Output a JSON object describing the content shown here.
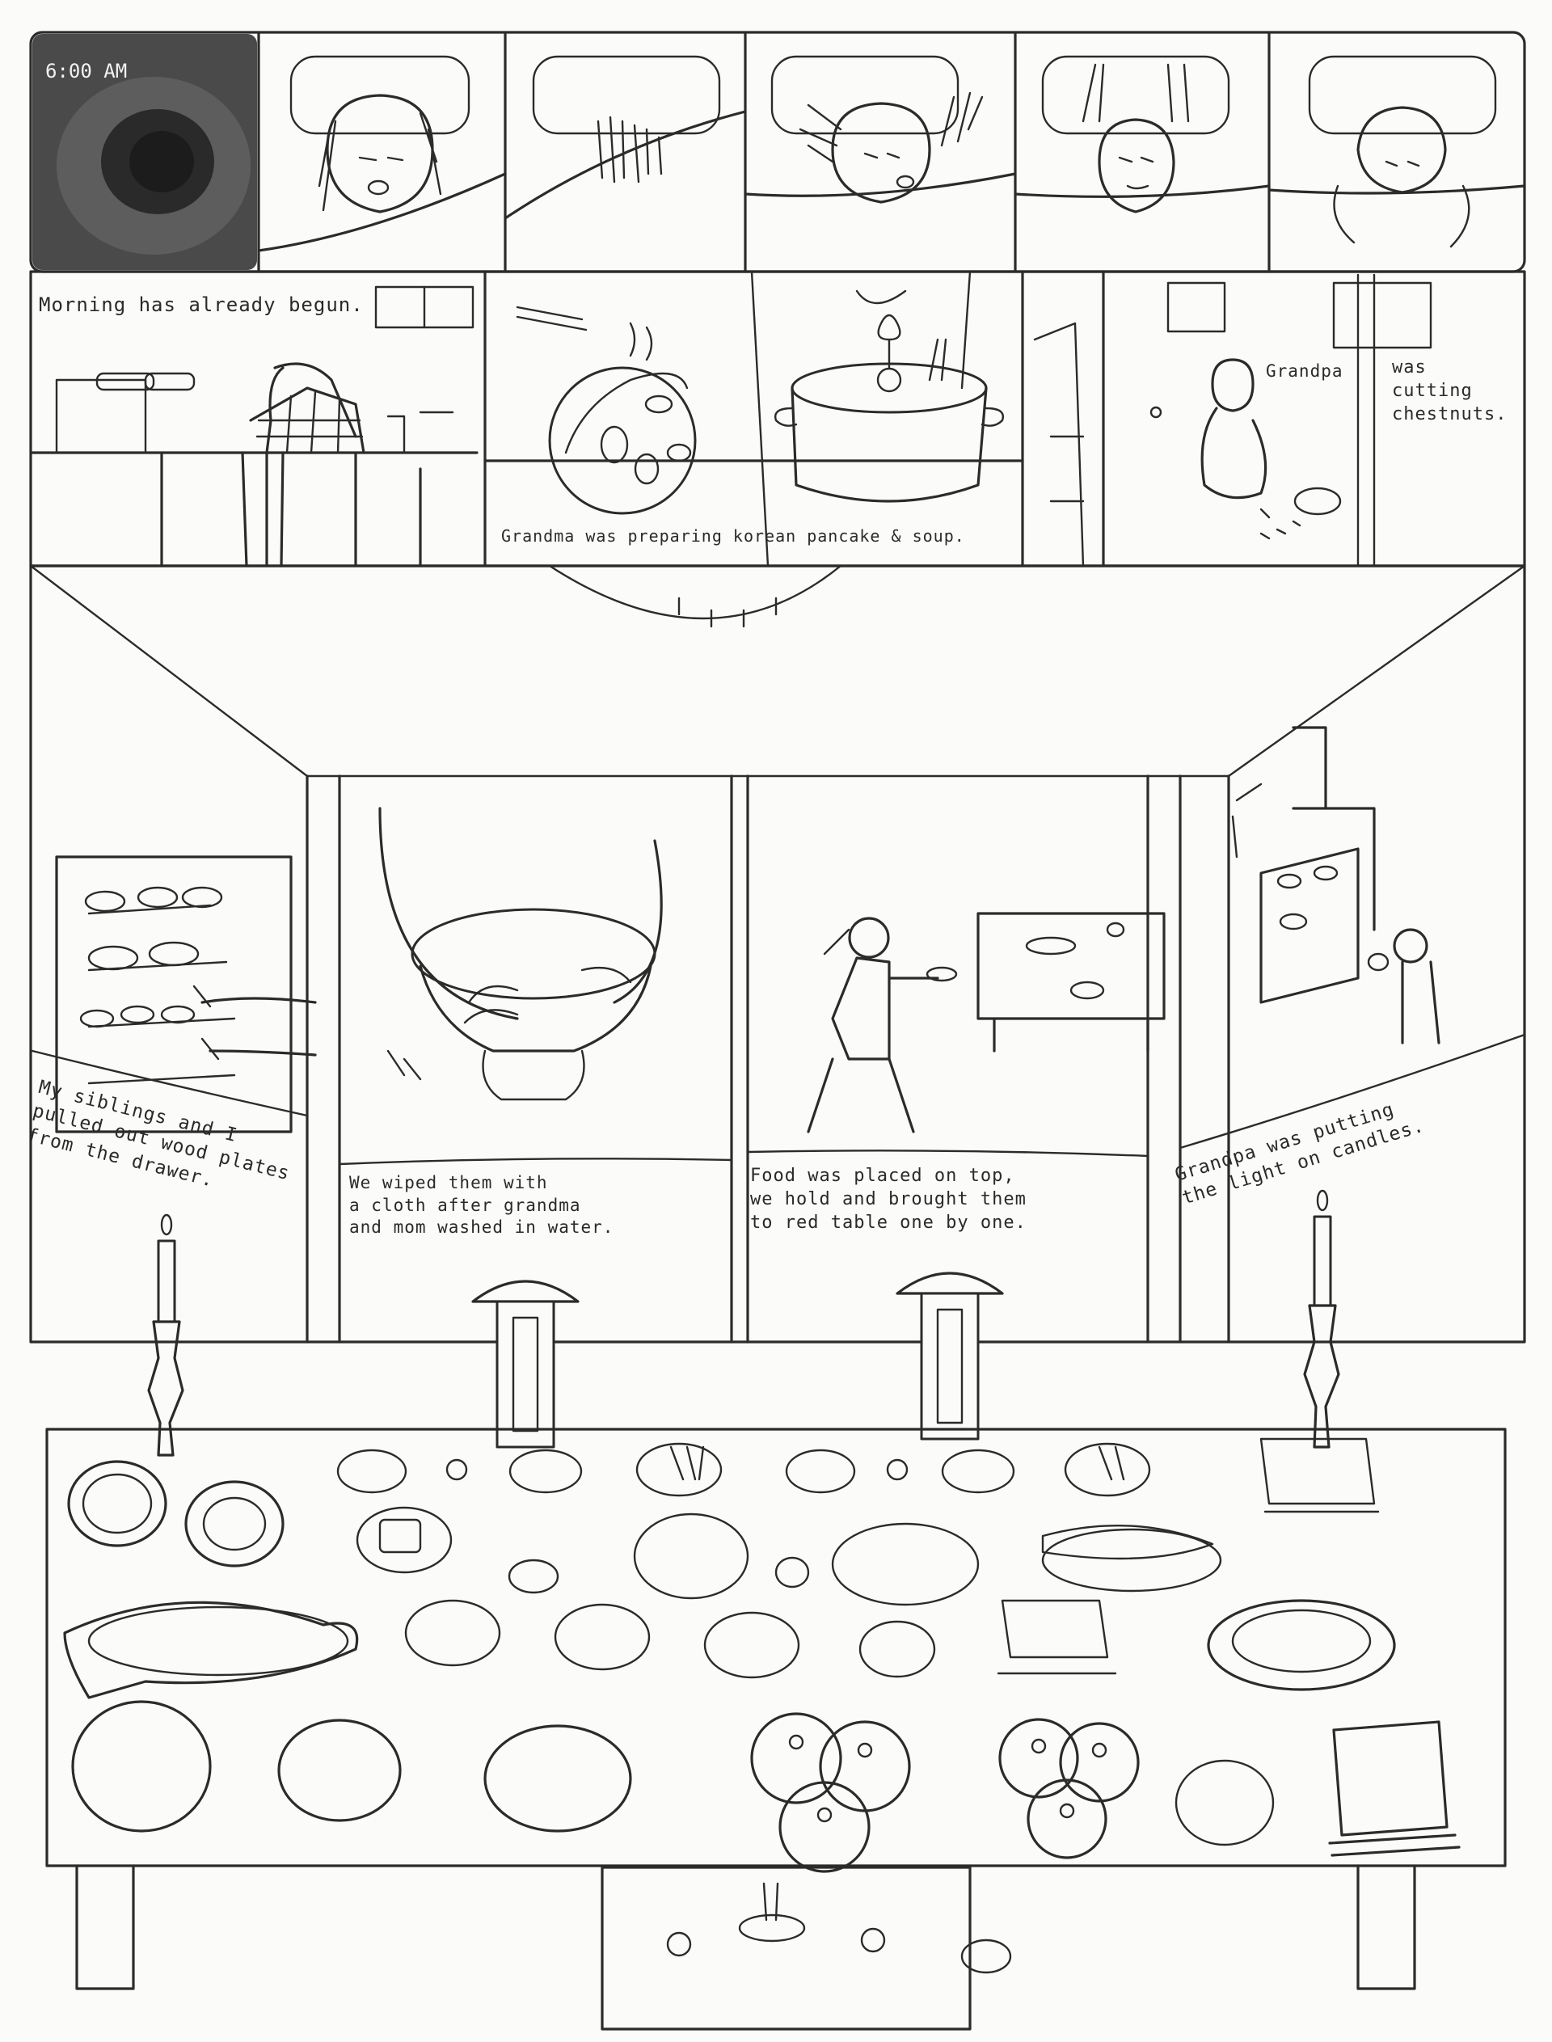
{
  "time_label": "6:00 AM",
  "captions": {
    "morning": "Morning has already begun.",
    "grandma": "Grandma was preparing korean pancake & soup.",
    "grandpa_label": "Grandpa",
    "grandpa_action": "was\ncutting\nchestnuts.",
    "siblings": "My siblings and I\npulled out wood plates\nfrom the drawer.",
    "wiped": "We wiped them with\na cloth after grandma\nand mom washed in water.",
    "food": "Food was placed on top,\nwe hold and brought them\nto red table one by one.",
    "candles": "Grandpa was putting\nthe light on candles."
  }
}
